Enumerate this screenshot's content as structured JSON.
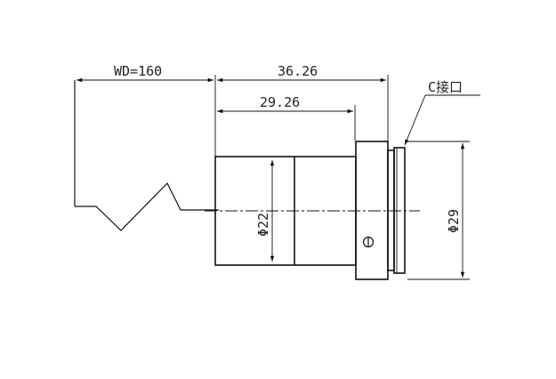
{
  "drawing": {
    "dimensions": {
      "working_distance": "WD=160",
      "overall_length": "36.26",
      "body_length": "29.26",
      "body_diameter": "Φ22",
      "mount_diameter": "Φ29"
    },
    "mount_label": "C接口"
  }
}
